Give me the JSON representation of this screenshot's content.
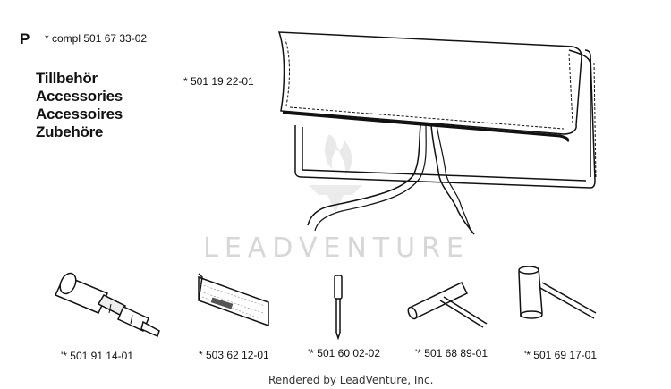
{
  "header": {
    "p_mark": "P",
    "compl_label": "*  compl 501 67 33-02"
  },
  "titles": [
    "Tillbehör",
    "Accessories",
    "Accessoires",
    "Zubehöre"
  ],
  "parts": {
    "bag": "*  501 19 22-01",
    "spark_plug_wrench": "'*  501 91 14-01",
    "file_gauge": "*  503 62 12-01",
    "pin": "'*  501 60 02-02",
    "t_wrench": "'*  501 68 89-01",
    "combination_wrench": "'*  501 69 17-01"
  },
  "watermark": "LEADVENTURE",
  "footer": "Rendered by LeadVenture, Inc."
}
